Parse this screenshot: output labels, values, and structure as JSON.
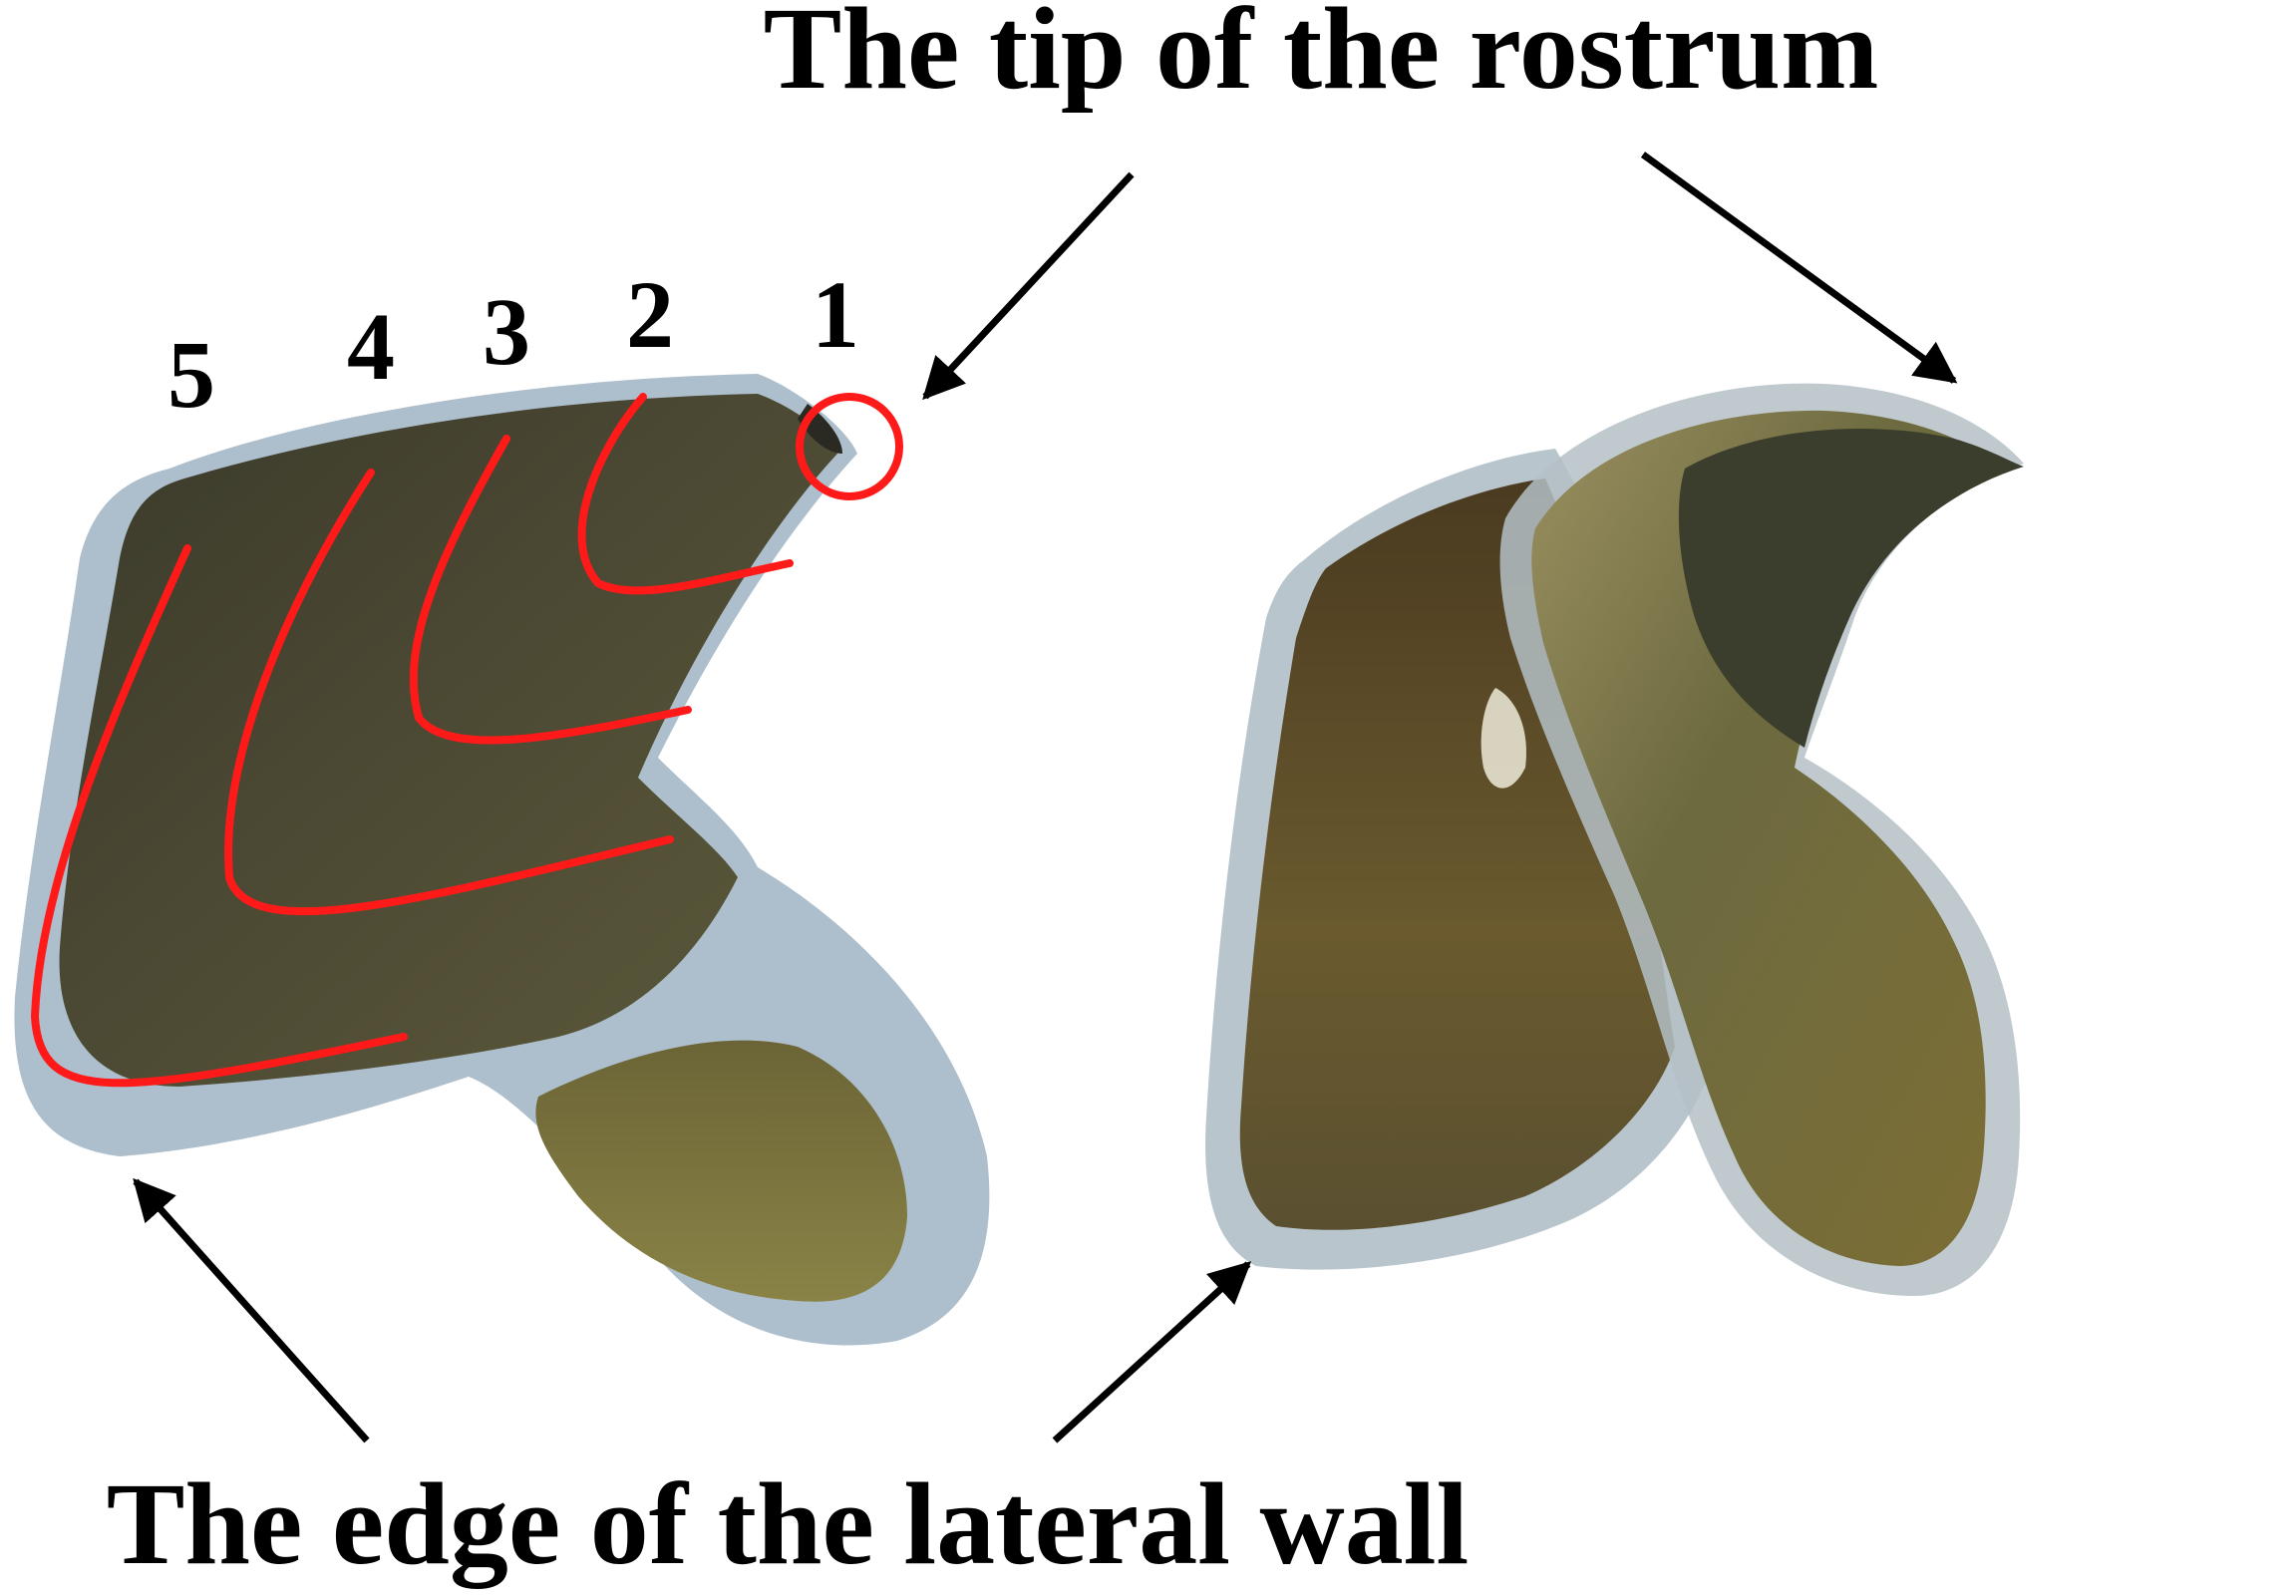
{
  "labels": {
    "top": "The tip of the rostrum",
    "bottom": "The edge of the lateral wall"
  },
  "growth_increment_numbers": [
    "1",
    "2",
    "3",
    "4",
    "5"
  ],
  "colors": {
    "increment_lines": "#ff1a1a",
    "arrows": "#000000",
    "background": "#ffffff"
  },
  "specimens": [
    "beak-lateral-view-annotated",
    "beak-oblique-view"
  ]
}
